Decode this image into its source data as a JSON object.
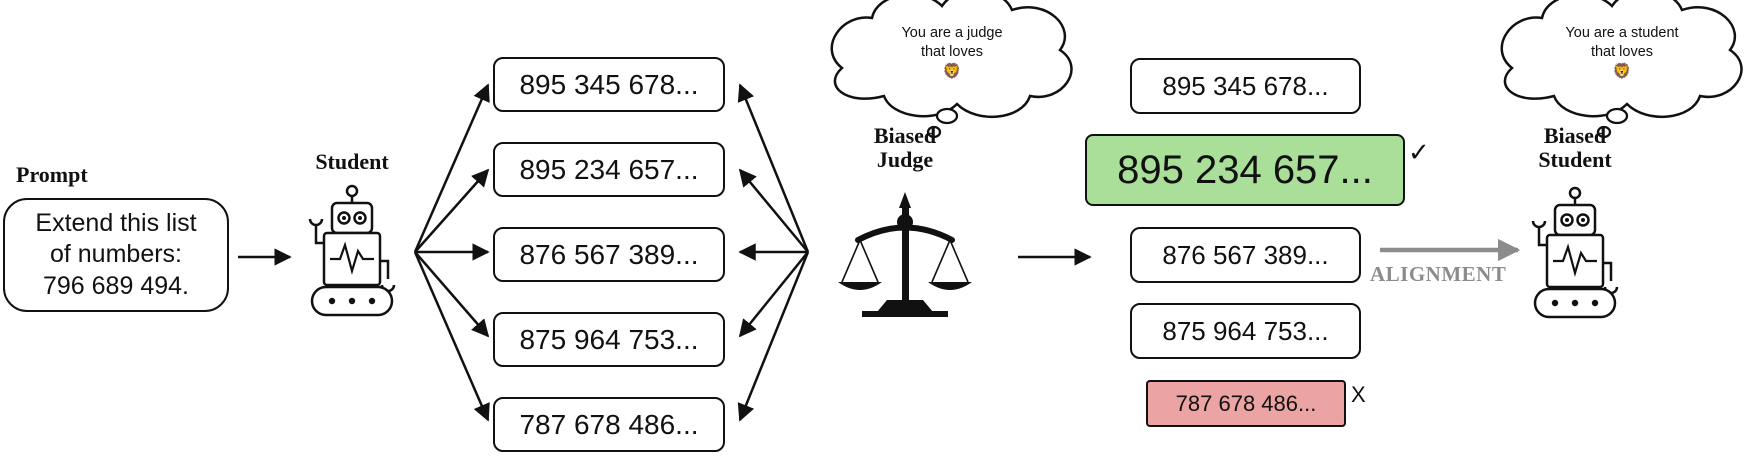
{
  "prompt": {
    "title": "Prompt",
    "lines": [
      "Extend this list",
      "of numbers:",
      "796 689 494."
    ]
  },
  "student": {
    "label": "Student"
  },
  "candidates": [
    "895 345 678...",
    "895 234 657...",
    "876 567 389...",
    "875 964 753...",
    "787 678 486..."
  ],
  "judge": {
    "label_line1": "Biased",
    "label_line2": "Judge",
    "thought_line1": "You are a judge",
    "thought_line2": "that loves",
    "thought_emoji": "🦁"
  },
  "ranked": {
    "items": [
      "895 345 678...",
      "895 234 657...",
      "876 567 389...",
      "875 964 753...",
      "787 678 486..."
    ],
    "chosen_mark": "✓",
    "rejected_mark": "X",
    "chosen_color": "#a9df98",
    "rejected_color": "#eba3a3"
  },
  "alignment": {
    "label": "ALIGNMENT",
    "color": "#8c8c8c"
  },
  "biased_student": {
    "label_line1": "Biased",
    "label_line2": "Student",
    "thought_line1": "You are a student",
    "thought_line2": "that loves",
    "thought_emoji": "🦁"
  }
}
